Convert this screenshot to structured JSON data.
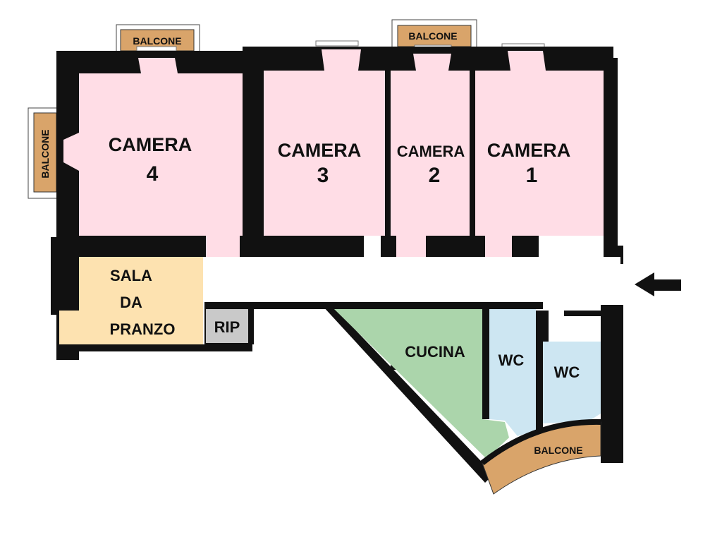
{
  "rooms": {
    "camera4": {
      "name": "CAMERA",
      "number": "4"
    },
    "camera3": {
      "name": "CAMERA",
      "number": "3"
    },
    "camera2": {
      "name": "CAMERA",
      "number": "2"
    },
    "camera1": {
      "name": "CAMERA",
      "number": "1"
    },
    "sala": {
      "line1": "SALA",
      "line2": "DA",
      "line3": "PRANZO"
    },
    "rip": {
      "name": "RIP"
    },
    "cucina": {
      "name": "CUCINA"
    },
    "wc1": {
      "name": "WC"
    },
    "wc2": {
      "name": "WC"
    }
  },
  "balconies": {
    "top_left": "BALCONE",
    "top_center": "BALCONE",
    "side_left": "BALCONE",
    "bottom": "BALCONE"
  },
  "colors": {
    "bedroom": "#ffdde6",
    "dining": "#fde2b0",
    "storage": "#c9c9c9",
    "kitchen": "#abd5ab",
    "bathroom": "#cde6f2",
    "balcony": "#d9a46a",
    "wall": "#111111"
  },
  "entrance_arrow": "entrance-arrow-icon"
}
